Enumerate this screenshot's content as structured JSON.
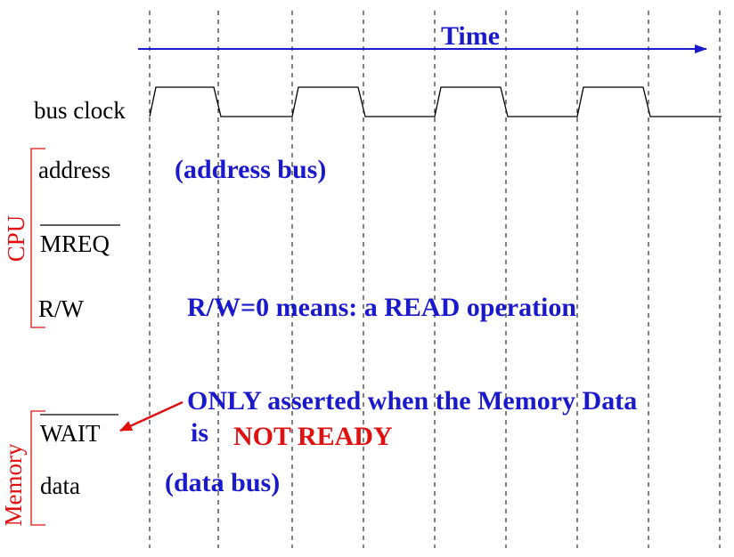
{
  "colors": {
    "blue": "#1a1acc",
    "red": "#e01010",
    "black": "#000000"
  },
  "time_label": "Time",
  "signals": {
    "bus_clock": "bus clock",
    "address": "address",
    "mreq": "MREQ",
    "rw": "R/W",
    "wait": "WAIT",
    "data": "data"
  },
  "groups": {
    "cpu": "CPU",
    "memory": "Memory"
  },
  "annotations": {
    "address_bus": "(address bus)",
    "rw_note": "R/W=0 means: a READ operation",
    "wait_note_line1": "ONLY asserted when the Memory Data",
    "wait_note_line2": "is",
    "not_ready": "NOT READY",
    "data_bus": "(data bus)"
  }
}
